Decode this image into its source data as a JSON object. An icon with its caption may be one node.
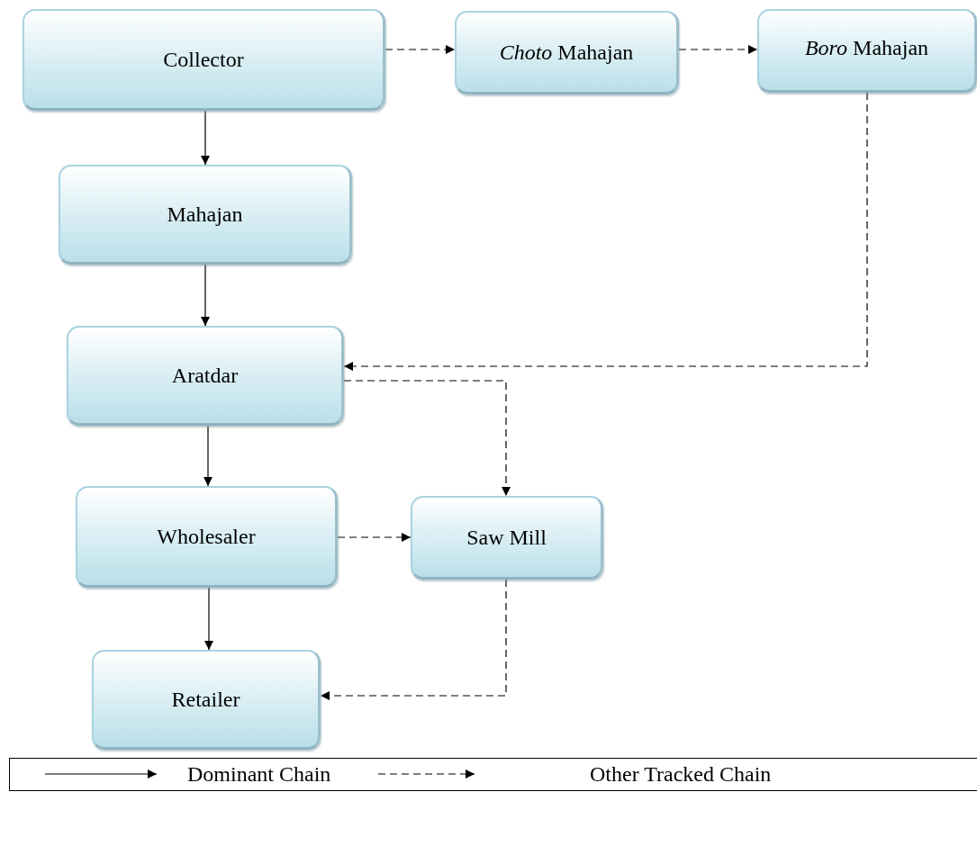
{
  "diagram": {
    "nodes": [
      {
        "text": [
          "Collector"
        ]
      },
      {
        "text": [
          "*Choto*  Mahajan"
        ]
      },
      {
        "text": [
          "*Boro* Mahajan"
        ]
      },
      {
        "text": [
          "Mahajan"
        ]
      },
      {
        "text": [
          "Aratdar"
        ]
      },
      {
        "text": [
          "Wholesaler"
        ]
      },
      {
        "text": [
          "Saw Mill"
        ]
      },
      {
        "text": [
          "Retailer"
        ]
      }
    ],
    "edges": [
      {
        "from": 0,
        "to": 1,
        "arrow": "to",
        "style": "dashed"
      },
      {
        "from": 0,
        "to": 3,
        "arrow": "to"
      },
      {
        "from": 1,
        "to": 2,
        "arrow": "to",
        "style": "dashed"
      },
      {
        "from": 2,
        "to": 4,
        "arrow": "to",
        "style": "dashed"
      },
      {
        "from": 3,
        "to": 4,
        "arrow": "to"
      },
      {
        "from": 4,
        "to": 6,
        "arrow": "to",
        "style": "dashed"
      },
      {
        "from": 4,
        "to": 5,
        "arrow": "to"
      },
      {
        "from": 5,
        "to": 6,
        "arrow": "to",
        "style": "dashed"
      },
      {
        "from": 5,
        "to": 7,
        "arrow": "to"
      },
      {
        "from": 6,
        "to": 7,
        "arrow": "to",
        "style": "dashed"
      }
    ],
    "legend": [
      {
        "text": "Dominant Chain"
      },
      {
        "text": "Other Tracked Chain"
      }
    ]
  }
}
